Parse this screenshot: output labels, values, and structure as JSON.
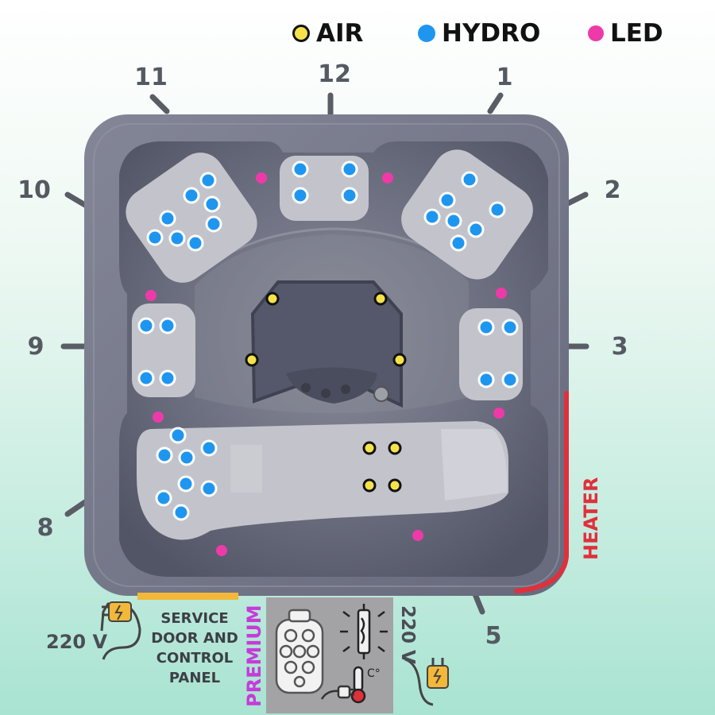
{
  "legend": {
    "air": {
      "label": "AIR",
      "color": "#f5e24a"
    },
    "hydro": {
      "label": "HYDRO",
      "color": "#1e96f0"
    },
    "led": {
      "label": "LED",
      "color": "#ee3aa8"
    }
  },
  "clock_positions": [
    "12",
    "1",
    "2",
    "3",
    "5",
    "8",
    "9",
    "10",
    "11"
  ],
  "labels": {
    "heater": "HEATER",
    "service_line1": "SERVICE",
    "service_line2": "DOOR AND",
    "service_line3": "CONTROL",
    "service_line4": "PANEL",
    "premium": "PREMIUM",
    "voltage_left": "220 V",
    "voltage_right": "220 V"
  },
  "colors": {
    "shell": "#737688",
    "interior": "#5d6071",
    "seat": "#c3c4cb",
    "heater": "#e0303c",
    "service_bar": "#f3b73a",
    "equipment_bg": "#a3a3a6",
    "premium": "#c53bd8"
  }
}
